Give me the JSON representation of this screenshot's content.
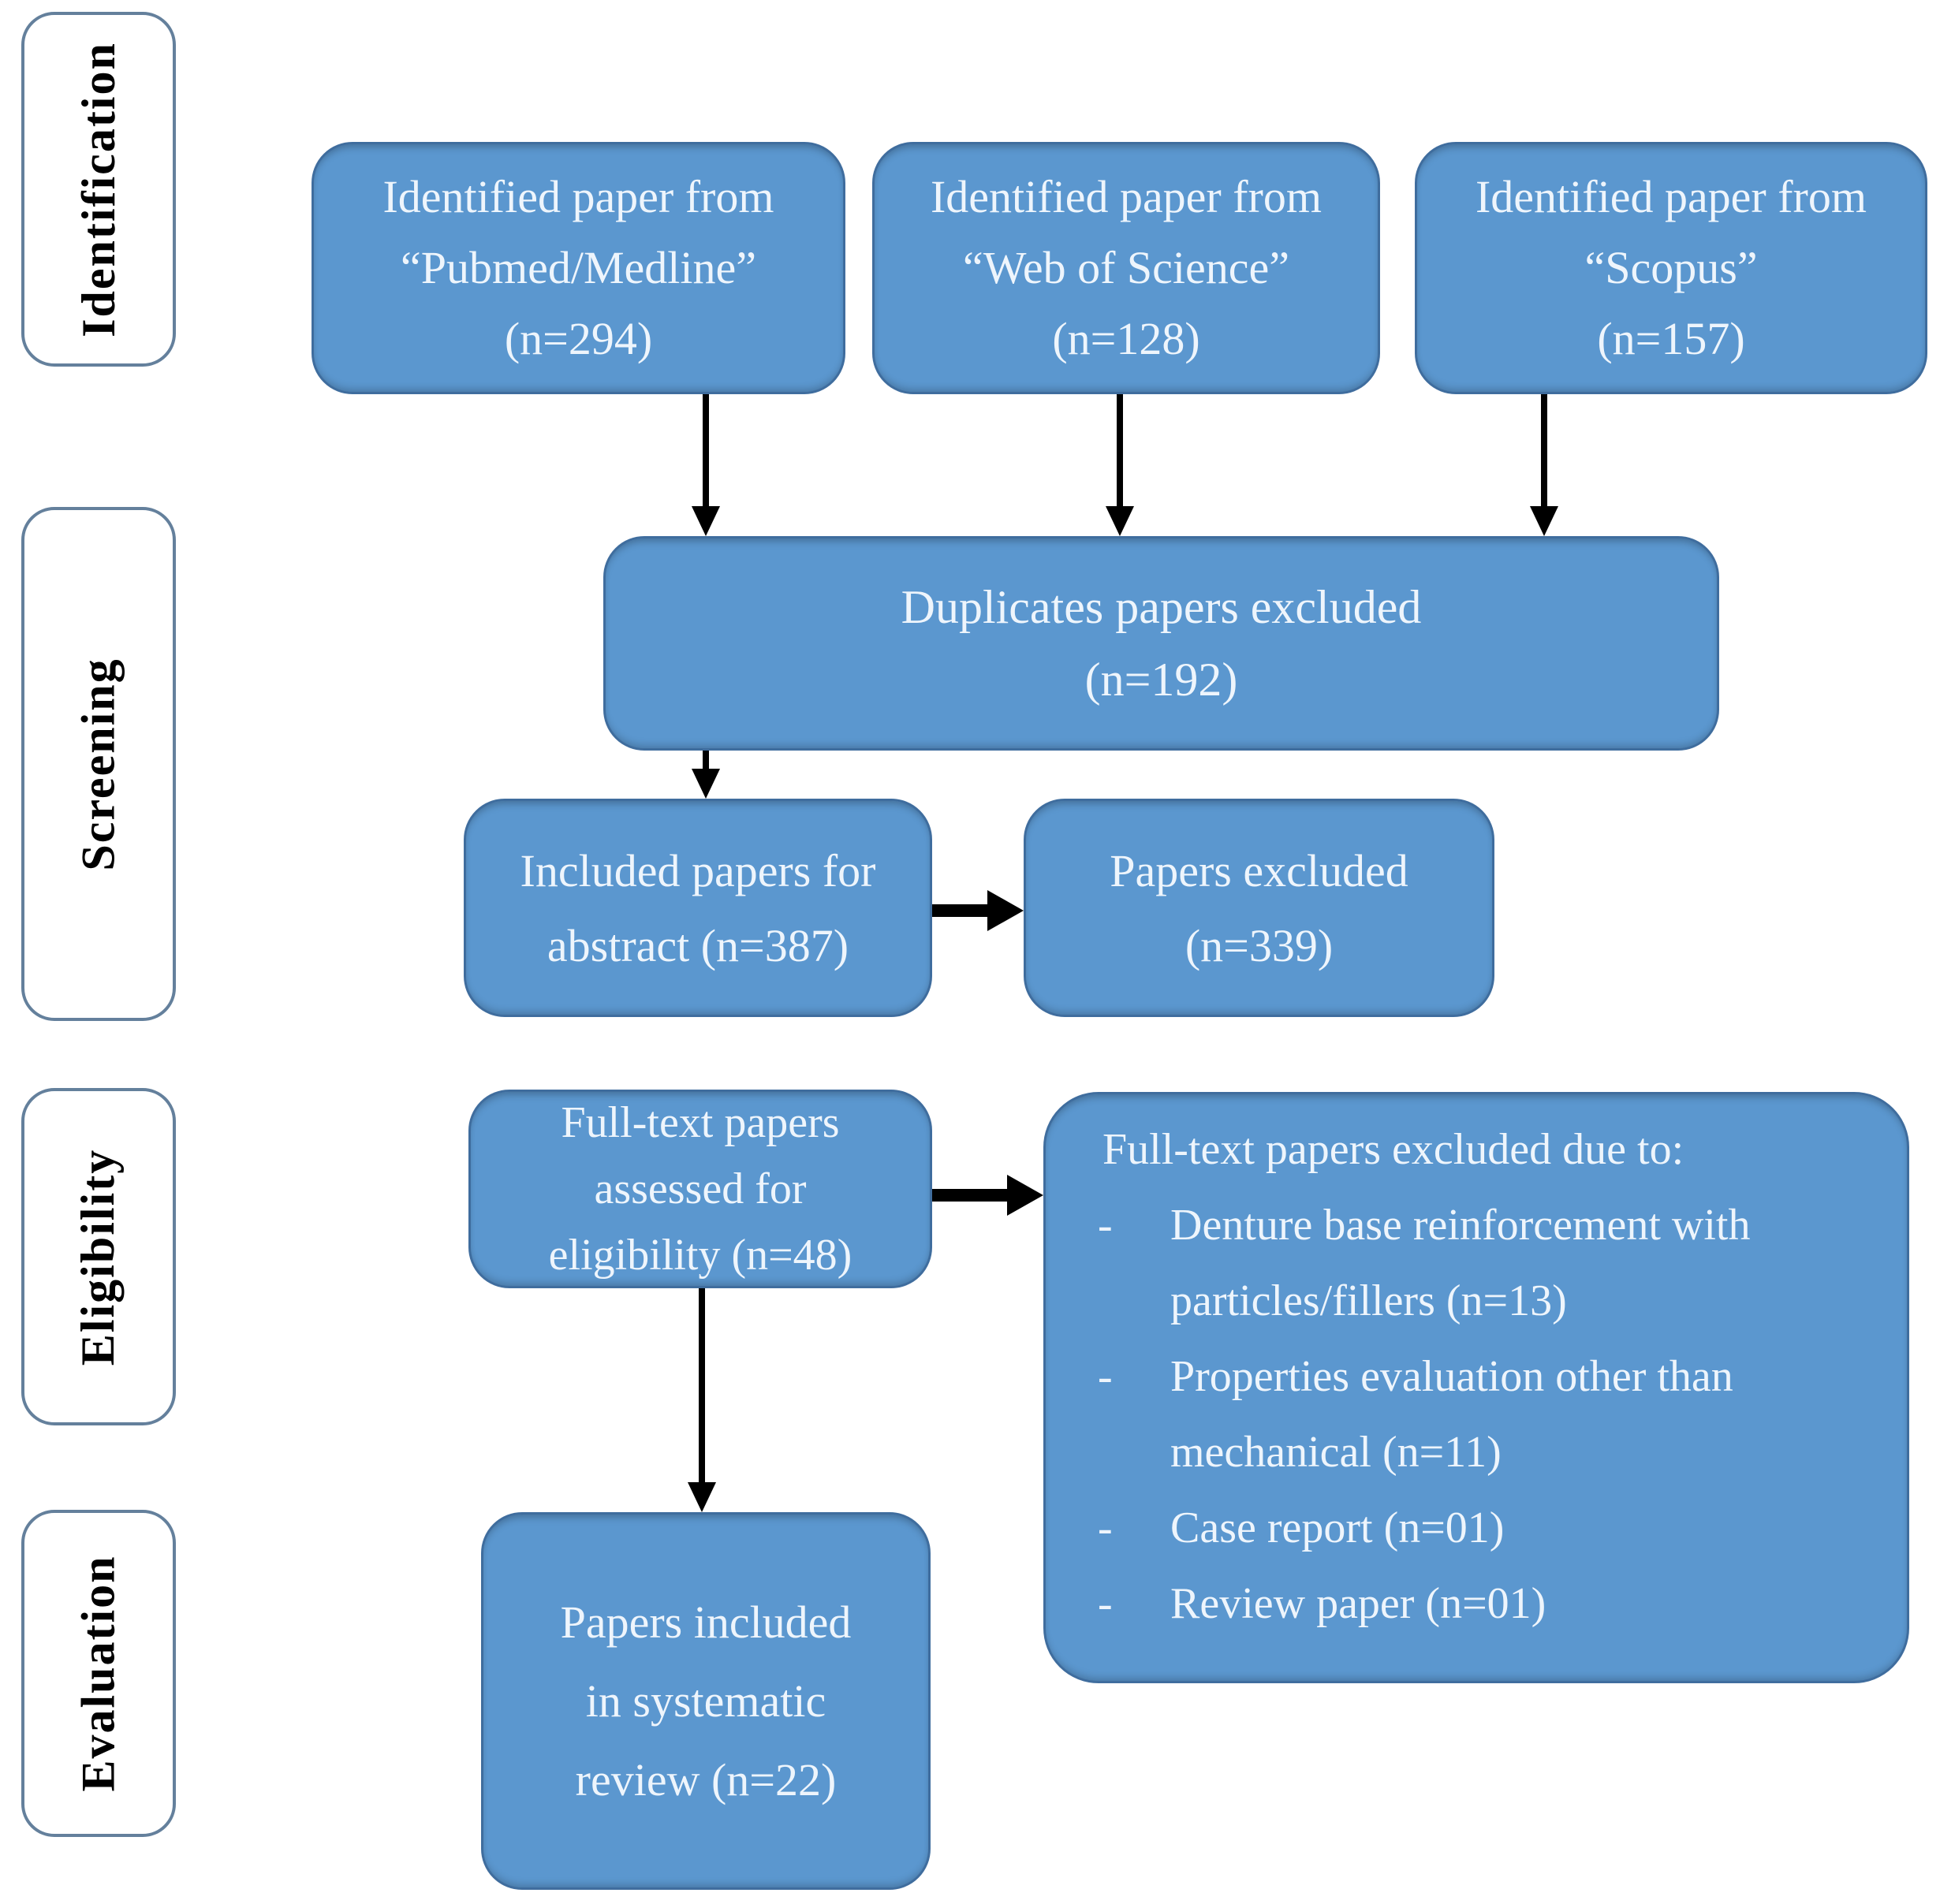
{
  "figure": {
    "type": "prisma-flow-diagram"
  },
  "sidebar": {
    "stages": [
      {
        "label": "Identification"
      },
      {
        "label": "Screening"
      },
      {
        "label": "Eligibility"
      },
      {
        "label": "Evaluation"
      }
    ]
  },
  "boxes": {
    "pubmed": {
      "text": "Identified paper from\n“Pubmed/Medline”\n(n=294)"
    },
    "web_of_science": {
      "text": "Identified paper from\n“Web of Science”\n(n=128)"
    },
    "scopus": {
      "text": "Identified paper from\n“Scopus”\n(n=157)"
    },
    "duplicates": {
      "text": "Duplicates papers excluded\n(n=192)"
    },
    "abstract_included": {
      "text": "Included papers for\nabstract (n=387)"
    },
    "papers_excluded": {
      "text": "Papers excluded\n(n=339)"
    },
    "fulltext_assessed": {
      "text": "Full-text papers\nassessed for\neligibility (n=48)"
    },
    "fulltext_excluded": {
      "title": "Full-text papers excluded due to:",
      "items": [
        "Denture base reinforcement with particles/fillers (n=13)",
        "Properties evaluation other than mechanical (n=11)",
        "Case report (n=01)",
        "Review paper (n=01)"
      ]
    },
    "systematic_review": {
      "text": "Papers included\nin systematic\nreview (n=22)"
    }
  },
  "colors": {
    "node_fill": "#5b97cf",
    "node_border": "#3f6d9e",
    "node_text": "#eef5fc",
    "stage_border": "#64809c",
    "stage_fill": "#ffffff",
    "stage_text": "#000000",
    "arrow": "#000000",
    "canvas_bg": "#ffffff"
  }
}
